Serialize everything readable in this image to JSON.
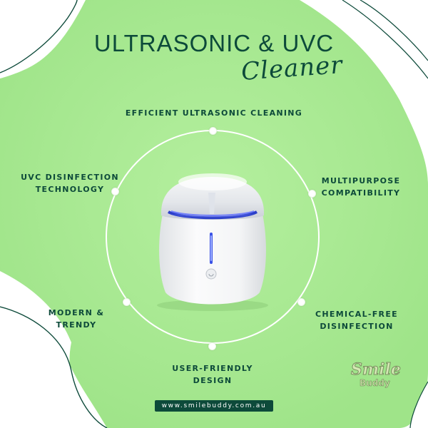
{
  "title": "ULTRASONIC & UVC",
  "subtitle_script": "Cleaner",
  "features": {
    "top": [
      "EFFICIENT ULTRASONIC CLEANING"
    ],
    "upper_left": [
      "UVC DISINFECTION",
      "TECHNOLOGY"
    ],
    "upper_right": [
      "MULTIPURPOSE",
      "COMPATIBILITY"
    ],
    "lower_left": [
      "MODERN &",
      "TRENDY"
    ],
    "lower_right": [
      "CHEMICAL-FREE",
      "DISINFECTION"
    ],
    "bottom": [
      "USER-FRIENDLY",
      "DESIGN"
    ]
  },
  "website": "www.smilebuddy.com.au",
  "logo": {
    "word1": "Smile",
    "word2": "Buddy"
  },
  "colors": {
    "background_green": "#a6e991",
    "text_dark_green": "#0d4a3a",
    "device_white": "#f2f3f4",
    "uv_blue": "#3a52e6",
    "url_pill": "#0d4a3a"
  }
}
